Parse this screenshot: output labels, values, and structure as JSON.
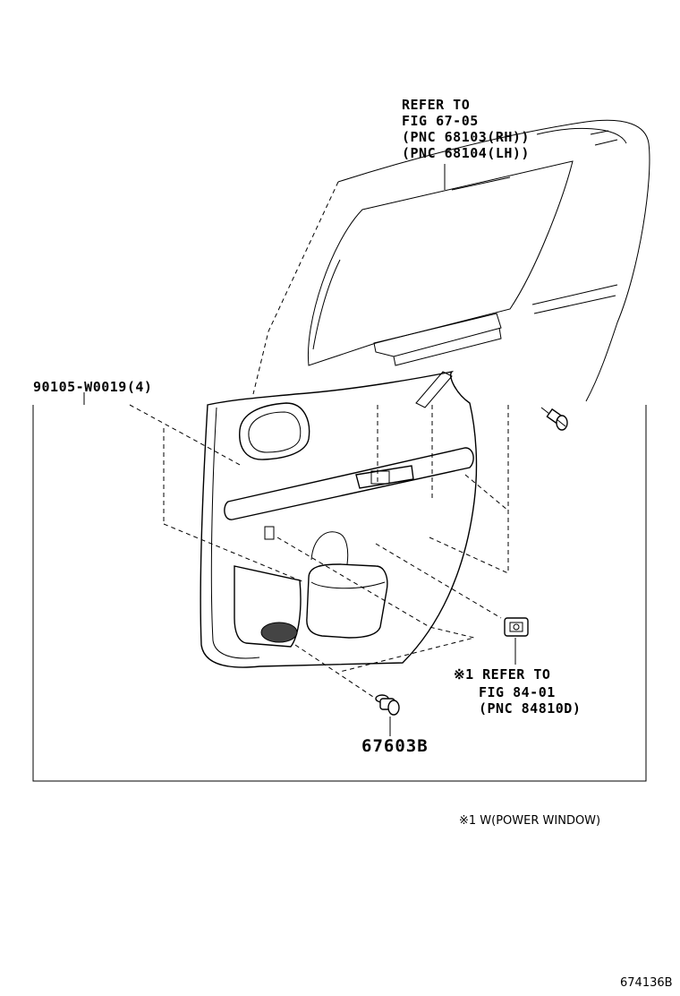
{
  "callouts": {
    "glass_ref": {
      "line1": "REFER TO",
      "line2": "FIG 67-05",
      "line3": "(PNC 68103(RH))",
      "line4": "(PNC 68104(LH))"
    },
    "screw": "90105-W0019(4)",
    "switch_ref": {
      "line1": "※1 REFER TO",
      "line2": "FIG 84-01",
      "line3": "(PNC 84810D)"
    },
    "clip_part": "67603B"
  },
  "footnote": "※1 W(POWER WINDOW)",
  "figure_id": "674136B",
  "icons": {
    "door_panel": "door-trim-panel-drawing",
    "clip": "trim-clip-icon",
    "screw": "screw-icon",
    "switch": "window-switch-icon"
  }
}
